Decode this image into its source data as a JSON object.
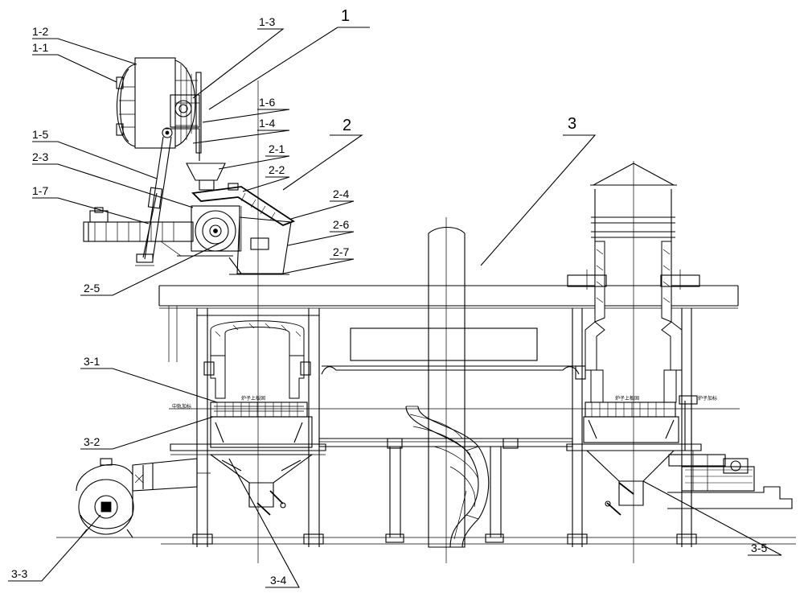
{
  "labels": {
    "l1": "1",
    "l1_1": "1-1",
    "l1_2": "1-2",
    "l1_3": "1-3",
    "l1_4": "1-4",
    "l1_5": "1-5",
    "l1_6": "1-6",
    "l1_7": "1-7",
    "l2": "2",
    "l2_1": "2-1",
    "l2_2": "2-2",
    "l2_3": "2-3",
    "l2_4": "2-4",
    "l2_5": "2-5",
    "l2_6": "2-6",
    "l2_7": "2-7",
    "l3": "3",
    "l3_1": "3-1",
    "l3_2": "3-2",
    "l3_3": "3-3",
    "l3_4": "3-4",
    "l3_5": "3-5"
  },
  "annotations": {
    "left_platform_tag": "中轨加标",
    "left_inner_tag": "炉子上板固",
    "right_inner_tag": "炉子上板固",
    "right_side_tag": "炉子加标"
  }
}
